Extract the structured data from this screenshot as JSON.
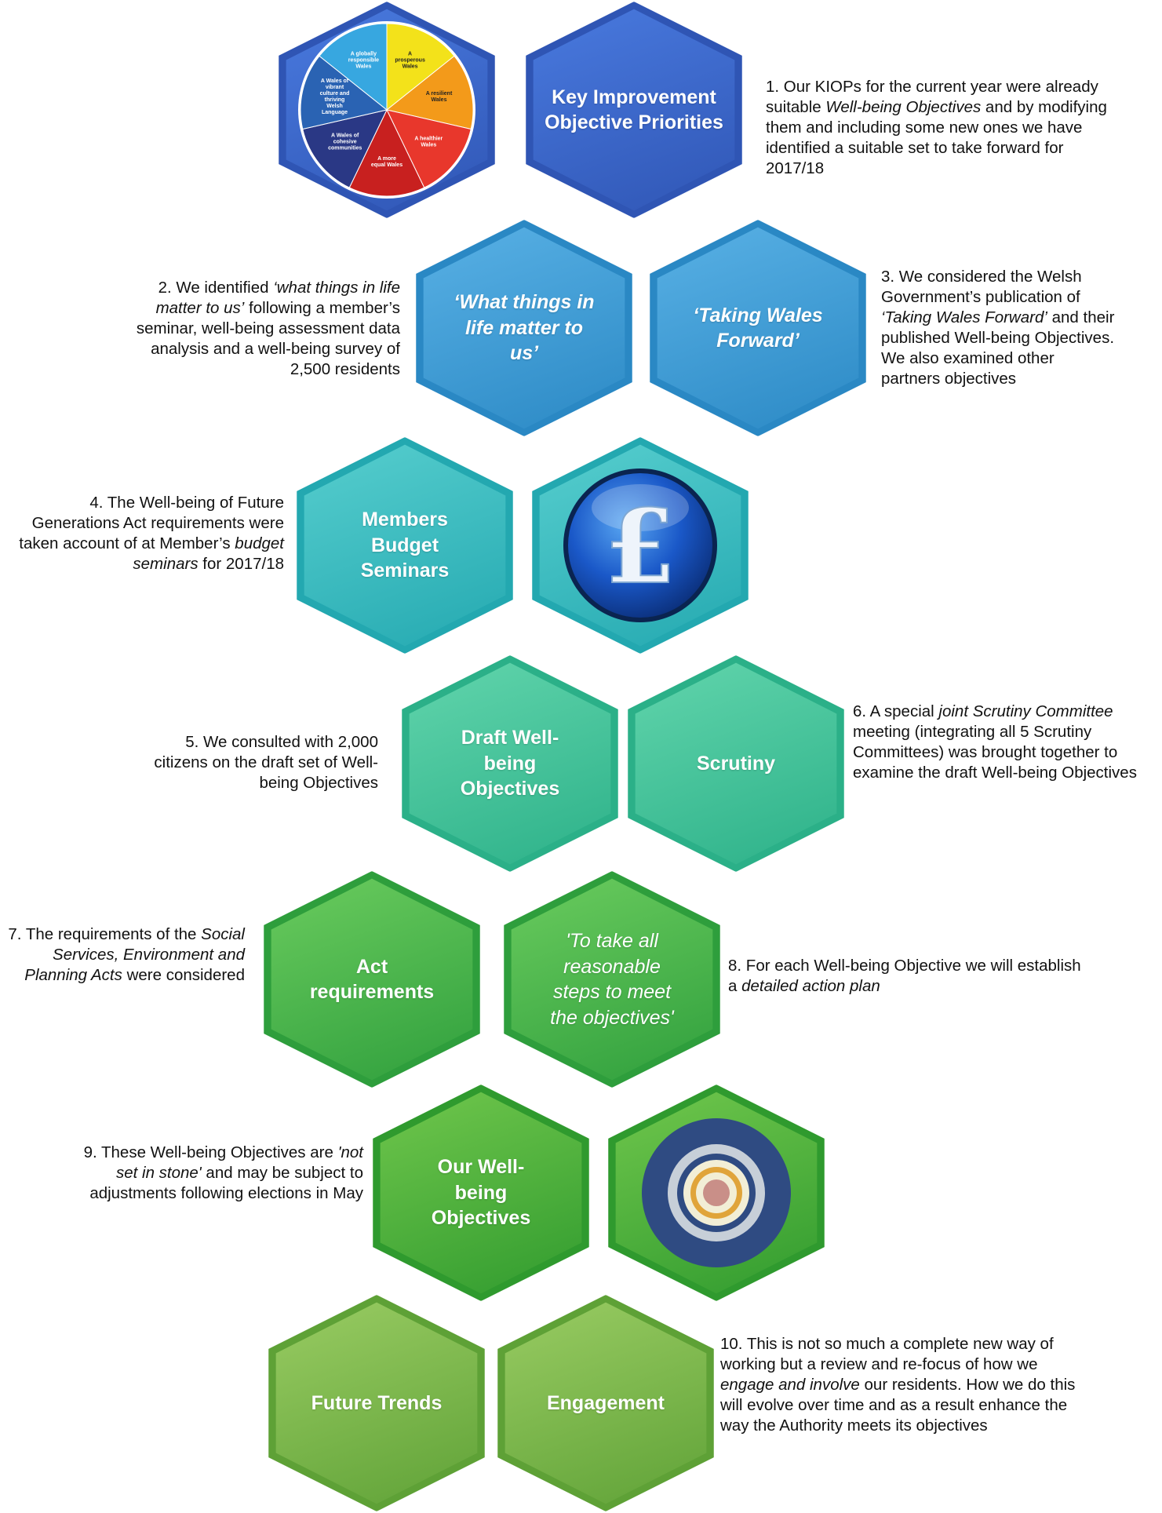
{
  "colors": {
    "row1": [
      "#2f55b4",
      "#4a7be0"
    ],
    "row2": [
      "#2a88c4",
      "#5ab2e6"
    ],
    "row3": [
      "#23a8b0",
      "#58cfcf"
    ],
    "row4": [
      "#2bb088",
      "#63d6ad"
    ],
    "row5": [
      "#2e9e3c",
      "#6ccd5f"
    ],
    "row6": [
      "#2f9a2e",
      "#72c84d"
    ],
    "row7": [
      "#5ea136",
      "#9bcd64"
    ]
  },
  "hexes": {
    "kiop": "Key Improvement Objective Priorities",
    "what_matters": "‘What things in life matter to us’",
    "taking_wales": "‘Taking Wales Forward’",
    "budget": "Members Budget Seminars",
    "draft": "Draft Well-being Objectives",
    "scrutiny": "Scrutiny",
    "act": "Act requirements",
    "reasonable": "'To take all reasonable steps to meet the objectives'",
    "our_objectives": "Our Well-being Objectives",
    "future_trends": "Future Trends",
    "engagement": "Engagement"
  },
  "wheel": {
    "segments": [
      "A prosperous Wales",
      "A resilient Wales",
      "A healthier Wales",
      "A more equal Wales",
      "A Wales of cohesive communities",
      "A Wales of vibrant culture and thriving Welsh Language",
      "A globally responsible Wales"
    ],
    "segment_colors": [
      "#f3e21a",
      "#f39a1a",
      "#e8372c",
      "#c8201f",
      "#2a3885",
      "#2a63b3",
      "#37a7e0"
    ]
  },
  "notes": {
    "n1": {
      "a": "1. Our KIOPs for the current year were already suitable ",
      "b": "Well-being Objectives",
      "c": " and by modifying them and including some new ones we have identified a suitable set to take forward for 2017/18"
    },
    "n2": {
      "a": "2. We identified ",
      "b": "‘what things in life matter to us’",
      "c": " following a member’s seminar, well-being assessment data analysis and a well-being survey of 2,500 residents"
    },
    "n3": {
      "a": "3. We considered the Welsh Government’s publication of ",
      "b": "‘Taking Wales Forward’",
      "c": " and their published Well-being Objectives. We also examined other partners objectives"
    },
    "n4": {
      "a": "4. The Well-being of Future Generations Act requirements were taken account of at Member’s ",
      "b": "budget seminars",
      "c": " for 2017/18"
    },
    "n5": {
      "a": "5. We consulted with 2,000 citizens on the draft set of Well-being Objectives"
    },
    "n6": {
      "a": "6. A special ",
      "b": "joint Scrutiny Committee",
      "c": " meeting (integrating all 5 Scrutiny Committees) was brought together to examine the draft Well-being Objectives"
    },
    "n7": {
      "a": "7. The requirements of the ",
      "b": "Social Services, Environment and Planning Acts",
      "c": " were considered"
    },
    "n8": {
      "a": "8. For each Well-being Objective we will establish a ",
      "b": "detailed action plan"
    },
    "n9": {
      "a": "9.  These Well-being Objectives are ",
      "b": "'not set in stone'",
      "c": " and may be subject to adjustments following elections in May"
    },
    "n10": {
      "a": "10. This is not so much a complete new way of working but a review and re-focus of how we ",
      "b": "engage and involve",
      "c": " our residents. How we do this will evolve over time and as a result enhance the way the Authority meets its objectives"
    }
  }
}
